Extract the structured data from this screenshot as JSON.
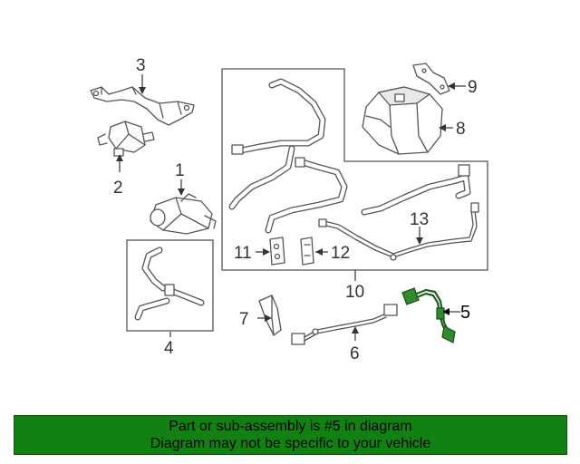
{
  "callouts": {
    "p1": "1",
    "p2": "2",
    "p3": "3",
    "p4": "4",
    "p5": "5",
    "p6": "6",
    "p7": "7",
    "p8": "8",
    "p9": "9",
    "p10": "10",
    "p11": "11",
    "p12": "12",
    "p13": "13"
  },
  "highlighted_part": "5",
  "banner": {
    "line1": "Part or sub-assembly is #5 in diagram",
    "line2": "Diagram may not be specific to your vehicle"
  },
  "colors": {
    "banner_bg": "#118211",
    "highlight_part": "#2e8b2e",
    "linework": "#555555"
  }
}
